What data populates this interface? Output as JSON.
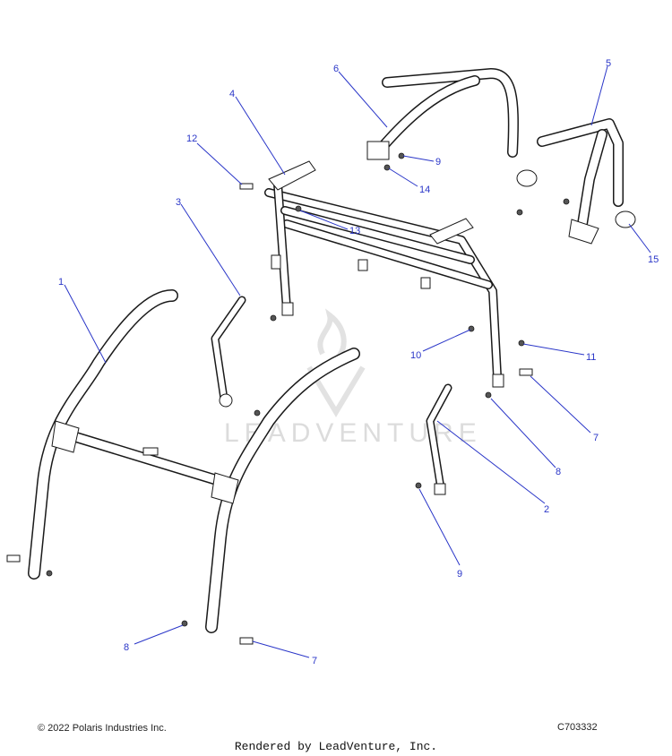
{
  "footer": {
    "copyright": "© 2022 Polaris Industries Inc.",
    "diagram_code": "C703332",
    "rendered_by": "Rendered by LeadVenture, Inc."
  },
  "watermark": "LEADVENTURE",
  "callouts": [
    {
      "id": "c1",
      "label": "1"
    },
    {
      "id": "c2",
      "label": "2"
    },
    {
      "id": "c3",
      "label": "3"
    },
    {
      "id": "c4",
      "label": "4"
    },
    {
      "id": "c5",
      "label": "5"
    },
    {
      "id": "c6",
      "label": "6"
    },
    {
      "id": "c7a",
      "label": "7"
    },
    {
      "id": "c7b",
      "label": "7"
    },
    {
      "id": "c8a",
      "label": "8"
    },
    {
      "id": "c8b",
      "label": "8"
    },
    {
      "id": "c9a",
      "label": "9"
    },
    {
      "id": "c9b",
      "label": "9"
    },
    {
      "id": "c10",
      "label": "10"
    },
    {
      "id": "c11",
      "label": "11"
    },
    {
      "id": "c12",
      "label": "12"
    },
    {
      "id": "c13",
      "label": "13"
    },
    {
      "id": "c14",
      "label": "14"
    },
    {
      "id": "c15",
      "label": "15"
    }
  ],
  "colors": {
    "callout": "#2a36c8",
    "line": "#1a1a1a",
    "watermark": "#dcdcdc"
  }
}
